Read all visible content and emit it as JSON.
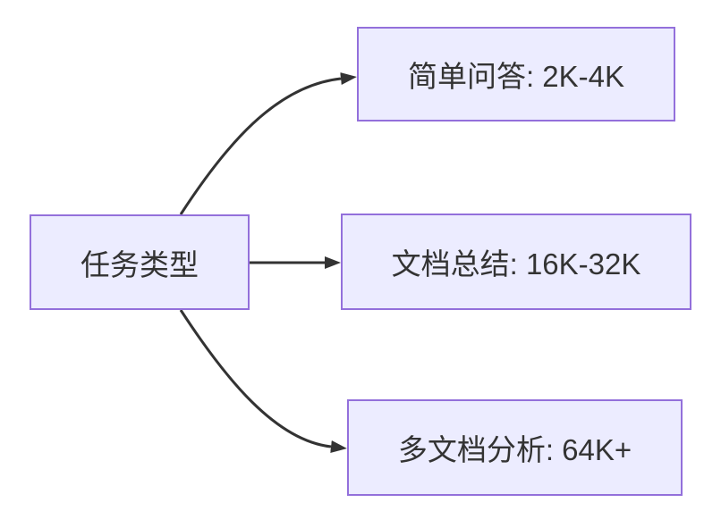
{
  "diagram": {
    "type": "flowchart",
    "direction": "left-to-right",
    "nodes": {
      "root": {
        "label": "任务类型"
      },
      "qa": {
        "label": "简单问答: 2K-4K"
      },
      "summary": {
        "label": "文档总结: 16K-32K"
      },
      "multidoc": {
        "label": "多文档分析: 64K+"
      }
    },
    "edges": [
      {
        "from": "任务类型",
        "to": "简单问答: 2K-4K"
      },
      {
        "from": "任务类型",
        "to": "文档总结: 16K-32K"
      },
      {
        "from": "任务类型",
        "to": "多文档分析: 64K+"
      }
    ],
    "colors": {
      "node_fill": "#ECECFF",
      "node_border": "#9370DB",
      "edge_stroke": "#333333",
      "text": "#333333",
      "background": "#FFFFFF"
    }
  }
}
